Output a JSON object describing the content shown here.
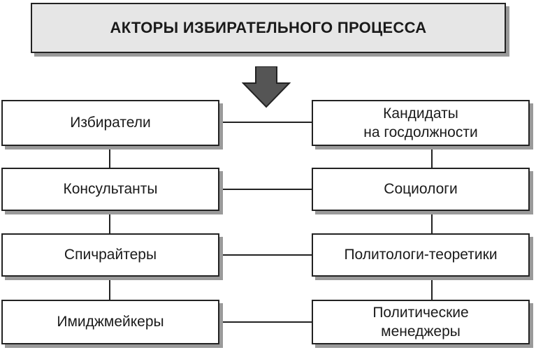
{
  "title": "АКТОРЫ ИЗБИРАТЕЛЬНОГО ПРОЦЕССА",
  "left_column": [
    "Избиратели",
    "Консультанты",
    "Спичрайтеры",
    "Имиджмейкеры"
  ],
  "right_column": [
    [
      "Кандидаты",
      "на госдолжности"
    ],
    [
      "Социологи"
    ],
    [
      "Политологи-теоретики"
    ],
    [
      "Политические",
      "менеджеры"
    ]
  ],
  "arrow_icon": "down-arrow-icon",
  "colors": {
    "border": "#222222",
    "shadow": "#9a9a9a",
    "title_fill": "#e6e6e6",
    "arrow_fill": "#555555"
  }
}
